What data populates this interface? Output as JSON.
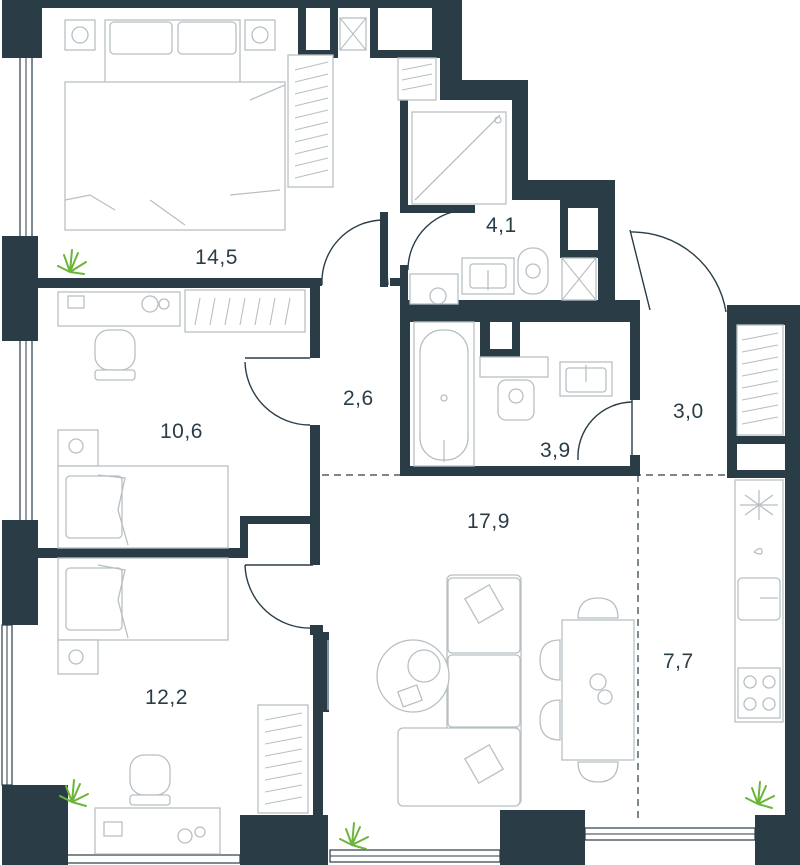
{
  "rooms": [
    {
      "id": "bedroom-main",
      "area": "14,5"
    },
    {
      "id": "bedroom-2",
      "area": "10,6"
    },
    {
      "id": "bedroom-3",
      "area": "12,2"
    },
    {
      "id": "hall",
      "area": "2,6"
    },
    {
      "id": "wc",
      "area": "4,1"
    },
    {
      "id": "bathroom",
      "area": "3,9"
    },
    {
      "id": "entrance",
      "area": "3,0"
    },
    {
      "id": "living",
      "area": "17,9"
    },
    {
      "id": "kitchen",
      "area": "7,7"
    }
  ],
  "colors": {
    "walls": "#2a3d47",
    "furniture": "#b8bfc4",
    "plants": "#6bb53a",
    "background": "#ffffff"
  },
  "icons": [
    "plant-icon",
    "bed-icon",
    "sofa-icon",
    "toilet-icon",
    "bathtub-icon",
    "shower-icon",
    "stove-icon",
    "sink-icon"
  ]
}
